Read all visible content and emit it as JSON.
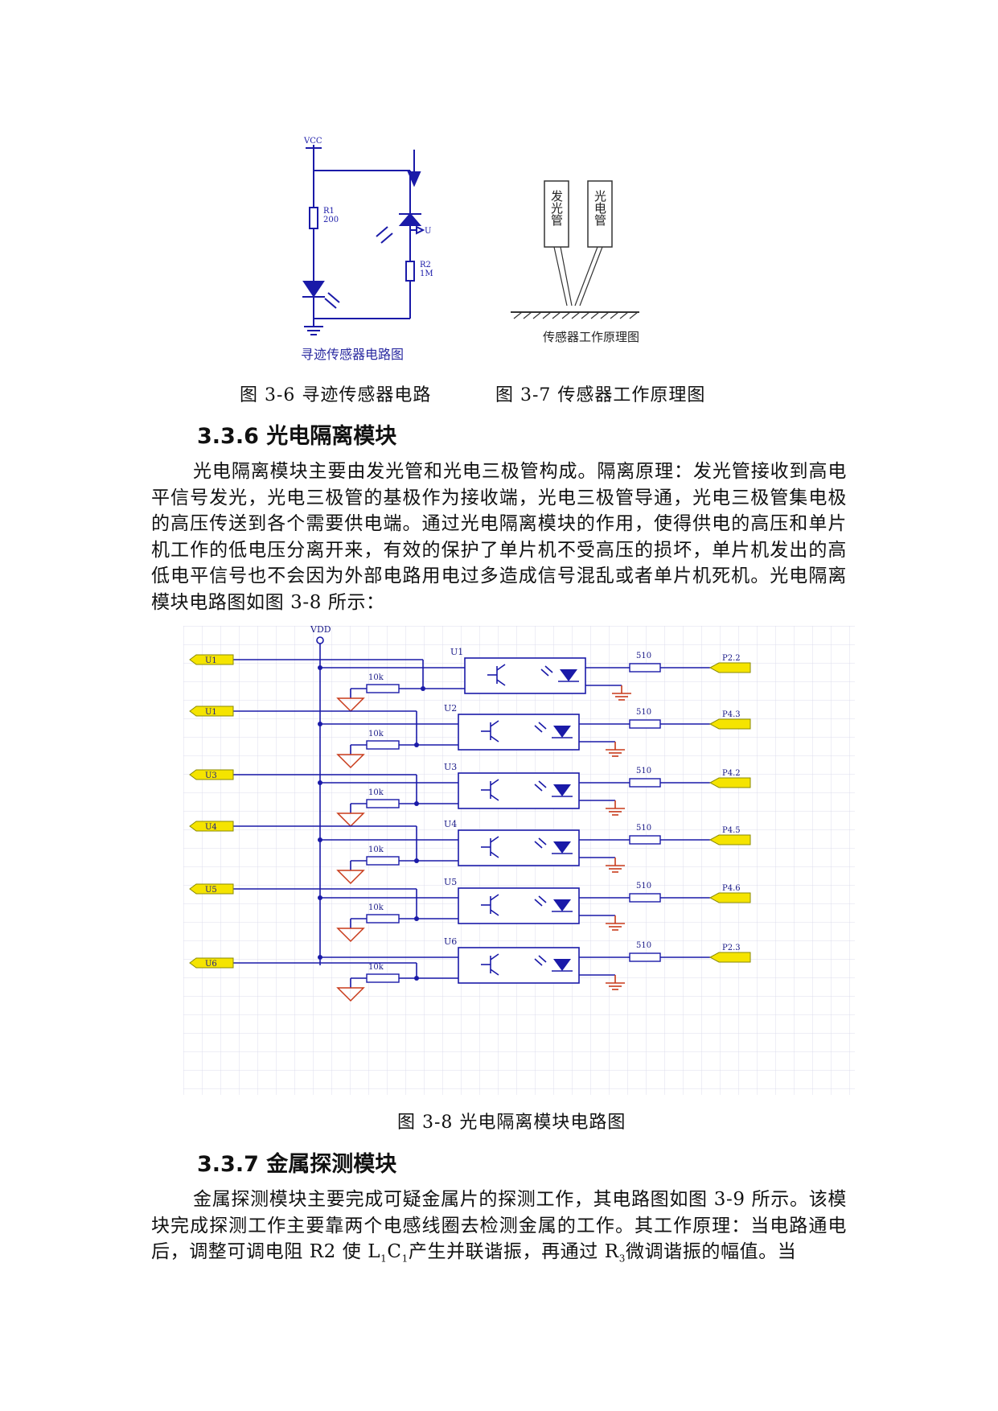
{
  "fig36": {
    "vcc": "VCC",
    "r1": "R1",
    "r1_val": "200",
    "r2": "R2",
    "r2_val": "1M",
    "u": "U",
    "diagram_title": "寻迹传感器电路图"
  },
  "fig37": {
    "emitter": "发光管",
    "receiver": "光电管",
    "diagram_title": "传感器工作原理图"
  },
  "captions": {
    "fig36": "图 3-6  寻迹传感器电路",
    "fig37": "图 3-7  传感器工作原理图",
    "fig38": "图 3-8 光电隔离模块电路图"
  },
  "section336": {
    "heading": "3.3.6 光电隔离模块",
    "paragraph": "光电隔离模块主要由发光管和光电三极管构成。隔离原理：发光管接收到高电平信号发光，光电三极管的基极作为接收端，光电三极管导通，光电三极管集电极的高压传送到各个需要供电端。通过光电隔离模块的作用，使得供电的高压和单片机工作的低电压分离开来，有效的保护了单片机不受高压的损坏，单片机发出的高低电平信号也不会因为外部电路用电过多造成信号混乱或者单片机死机。光电隔离模块电路图如图 3-8 所示："
  },
  "fig38": {
    "vdd": "VDD",
    "inputs": [
      "U1",
      "U1",
      "U3",
      "U4",
      "U5",
      "U6"
    ],
    "chips": [
      "U1",
      "U2",
      "U3",
      "U4",
      "U5",
      "U6"
    ],
    "outputs": [
      "P2.2",
      "P4.3",
      "P4.2",
      "P4.5",
      "P4.6",
      "P2.3"
    ],
    "pulldown": "10k",
    "series": "510",
    "colors": {
      "wire": "#1a1aa8",
      "ground": "#c83a1a",
      "port": "#f5e400",
      "grid": "#d9d9ea"
    }
  },
  "section337": {
    "heading": "3.3.7 金属探测模块",
    "p1": "金属探测模块主要完成可疑金属片的探测工作，其电路图如图 3-9 所示。该模块完成探测工作主要靠两个电感线圈去检测金属的工作。其工作原理：当电路通电后，调整可调电阻 R2 使 ",
    "l": "L",
    "l_sub": "1",
    "c": "C",
    "c_sub": "1",
    "p2": "产生并联谐振，再通过 ",
    "r": "R",
    "r_sub": "3",
    "p3": "微调谐振的幅值。当"
  }
}
